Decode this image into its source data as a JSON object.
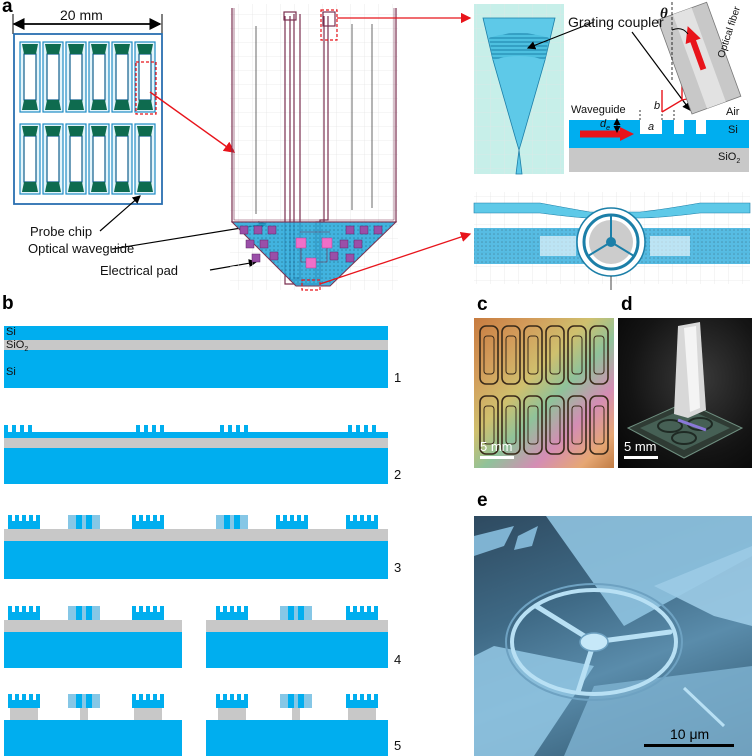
{
  "panels": {
    "a": "a",
    "b": "b",
    "c": "c",
    "d": "d",
    "e": "e"
  },
  "panel_a": {
    "chip_width": "20 mm",
    "probe_chip": "Probe chip",
    "optical_waveguide": "Optical waveguide",
    "electrical_pad": "Electrical pad",
    "grating_coupler": "Grating coupler",
    "optical_fiber": "Optical fiber",
    "theta": "θ",
    "waveguide": "Waveguide",
    "air": "Air",
    "si": "Si",
    "sio2_main": "SiO",
    "sio2_sub": "2",
    "d_main": "d",
    "d_sub": "e",
    "a": "a",
    "b": "b"
  },
  "panel_b": {
    "si_top": "Si",
    "sio2_main": "SiO",
    "sio2_sub": "2",
    "si_bottom": "Si",
    "steps": [
      "1",
      "2",
      "3",
      "4",
      "5"
    ]
  },
  "panel_c": {
    "scale": "5 mm"
  },
  "panel_d": {
    "scale": "5 mm"
  },
  "panel_e": {
    "scale": "10 μm"
  },
  "colors": {
    "silicon_blue": "#00aeef",
    "oxide_gray": "#c8c8c8",
    "arrow_red": "#e8141b",
    "pad_purple": "#9a4fa8",
    "pad_pink": "#f06fc8",
    "probe_outline": "#7a2f4f",
    "pale_cyan": "#b8e6ef",
    "dark_green": "#0e6b4f"
  }
}
